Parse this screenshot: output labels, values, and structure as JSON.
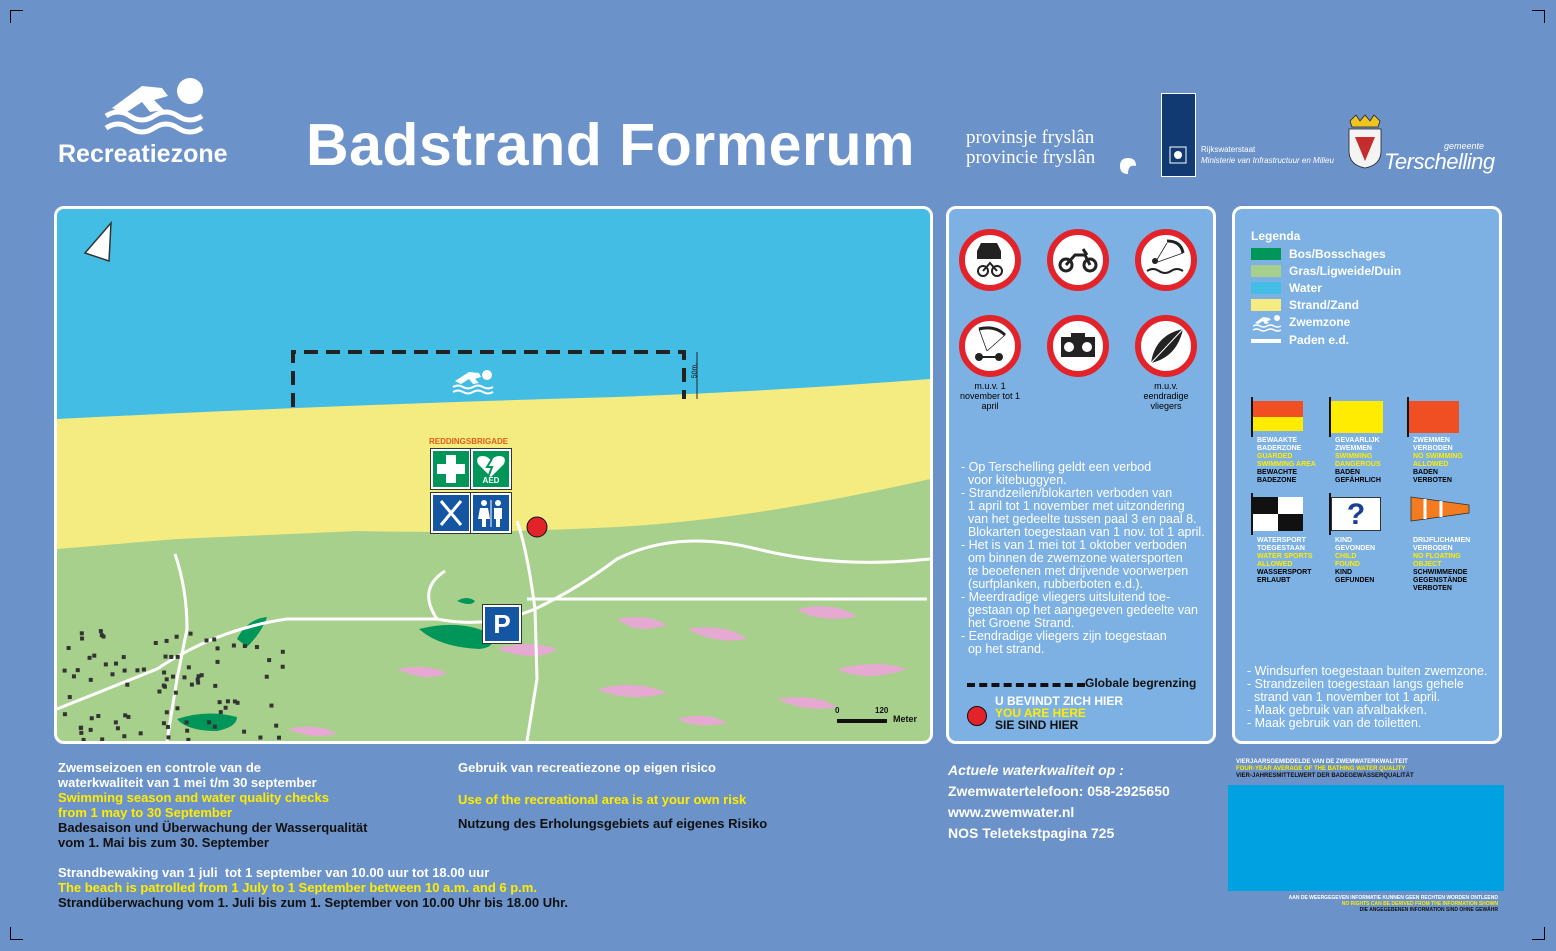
{
  "header": {
    "zone_label": "Recreatiezone",
    "title": "Badstrand Formerum",
    "province_line1": "provinsje fryslân",
    "province_line2": "provincie fryslân",
    "rws_line1": "Rijkswaterstaat",
    "rws_line2": "Ministerie van Infrastructuur en Milieu",
    "municipality_small": "gemeente",
    "municipality_name": "Terschelling"
  },
  "map": {
    "scale_zero": "0",
    "scale_value": "120",
    "scale_unit": "Meter",
    "distance_label": "50m.",
    "rescue_label": "REDDINGSBRIGADE",
    "aed_label": "AED",
    "parking_label": "P"
  },
  "prohibitions": {
    "kite_note": "m.u.v. 1 november tot 1 april",
    "kite_flyer_note": "m.u.v. eendradige vliegers",
    "rules": [
      "- Op Terschelling geldt een verbod",
      "  voor kitebuggyen.",
      "- Strandzeilen/blokarten verboden van",
      "  1 april tot 1 november met uitzondering",
      "  van het gedeelte tussen paal 3 en paal 8.",
      "  Blokarten toegestaan van 1 nov. tot 1 april.",
      "- Het is van 1 mei tot 1 oktober verboden",
      "  om binnen de zwemzone watersporten",
      "  te beoefenen met drijvende voorwerpen",
      "  (surfplanken, rubberboten e.d.).",
      "- Meerdradige vliegers uitsluitend toe-",
      "  gestaan op het aangegeven gedeelte van",
      "  het Groene Strand.",
      "- Eendradige vliegers zijn toegestaan",
      "  op het strand."
    ],
    "boundary_label": "Globale begrenzing",
    "here_nl": "U BEVINDT ZICH HIER",
    "here_en": "YOU ARE HERE",
    "here_de": "SIE SIND HIER"
  },
  "legend": {
    "title": "Legenda",
    "items": [
      {
        "label": "Bos/Bosschages",
        "color": "#00965a"
      },
      {
        "label": "Gras/Ligweide/Duin",
        "color": "#a8d08d"
      },
      {
        "label": "Water",
        "color": "#44bde5"
      },
      {
        "label": "Strand/Zand",
        "color": "#f4ec80"
      },
      {
        "label": "Zwemzone",
        "color": "#ffffff"
      },
      {
        "label": "Paden e.d.",
        "color": "#ffffff"
      }
    ],
    "flags": [
      {
        "nl": [
          "BEWAAKTE",
          "BADERZONE"
        ],
        "en": [
          "GUARDED",
          "SWIMMING AREA"
        ],
        "de": [
          "BEWACHTE",
          "BADEZONE"
        ]
      },
      {
        "nl": [
          "GEVAARLIJK",
          "ZWEMMEN"
        ],
        "en": [
          "SWIMMING",
          "DANGEROUS"
        ],
        "de": [
          "BADEN",
          "GEFÄHRLICH"
        ]
      },
      {
        "nl": [
          "ZWEMMEN",
          "VERBODEN"
        ],
        "en": [
          "NO SWIMMING",
          "ALLOWED"
        ],
        "de": [
          "BADEN",
          "VERBOTEN"
        ]
      },
      {
        "nl": [
          "WATERSPORT",
          "TOEGESTAAN"
        ],
        "en": [
          "WATER SPORTS",
          "ALLOWED"
        ],
        "de": [
          "WASSERSPORT",
          "ERLAUBT"
        ]
      },
      {
        "nl": [
          "KIND",
          "GEVONDEN"
        ],
        "en": [
          "CHILD",
          "FOUND"
        ],
        "de": [
          "KIND",
          "GEFUNDEN"
        ]
      },
      {
        "nl": [
          "DRIJFLICHAMEN",
          "VERBODEN"
        ],
        "en": [
          "NO FLOATING",
          "OBJECT"
        ],
        "de": [
          "SCHWIMMENDE",
          "GEGENSTÄNDE",
          "VERBOTEN"
        ]
      }
    ],
    "notes": [
      "- Windsurfen toegestaan buiten zwemzone.",
      "- Strandzeilen toegestaan langs gehele",
      "  strand van 1 november tot 1 april.",
      "- Maak gebruik van afvalbakken.",
      "- Maak gebruik van de toiletten."
    ]
  },
  "footer": {
    "season_nl_1": "Zwemseizoen en controle van de",
    "season_nl_2": "waterkwaliteit van 1 mei t/m 30 september",
    "season_en_1": "Swimming season and water quality checks",
    "season_en_2": "from 1 may to 30 September",
    "season_de_1": "Badesaison und Überwachung der Wasserqualität",
    "season_de_2": "vom 1. Mai bis zum 30. September",
    "risk_nl": "Gebruik van recreatiezone op eigen risico",
    "risk_en": "Use of the recreational area is at your own risk",
    "risk_de": "Nutzung des Erholungsgebiets auf eigenes Risiko",
    "patrol_nl": "Strandbewaking van 1 juli  tot 1 september van 10.00 uur tot 18.00 uur",
    "patrol_en": "The beach is patrolled from 1 July to 1 September between 10 a.m. and 6 p.m.",
    "patrol_de": "Strandüberwachung vom 1. Juli bis zum 1. September von 10.00 Uhr bis 18.00 Uhr.",
    "quality_heading": "Actuele waterkwaliteit op :",
    "phone": "Zwemwatertelefoon: 058-2925650",
    "website": "www.zwemwater.nl",
    "teletext": "NOS Teletekstpagina 725",
    "avg_nl": "VIERJAARSGEMIDDELDE VAN DE ZWEMWATERKWALITEIT",
    "avg_en": "FOUR-YEAR AVERAGE OF THE BATHING WATER QUALITY",
    "avg_de": "VIER-JAHRESMITTELWERT DER BADEGEWÄSSERQUALITÄT",
    "disclaimer_nl": "AAN DE WEERGEGEVEN INFORMATIE KUNNEN GEEN RECHTEN WORDEN ONTLEEND",
    "disclaimer_en": "NO RIGHTS CAN BE DERIVED FROM THE INFORMATION SHOWN",
    "disclaimer_de": "DIE ANGEGEBENEN INFORMATION SIND OHNE GEWÄHR",
    "quality_box_color": "#00a1e1"
  }
}
